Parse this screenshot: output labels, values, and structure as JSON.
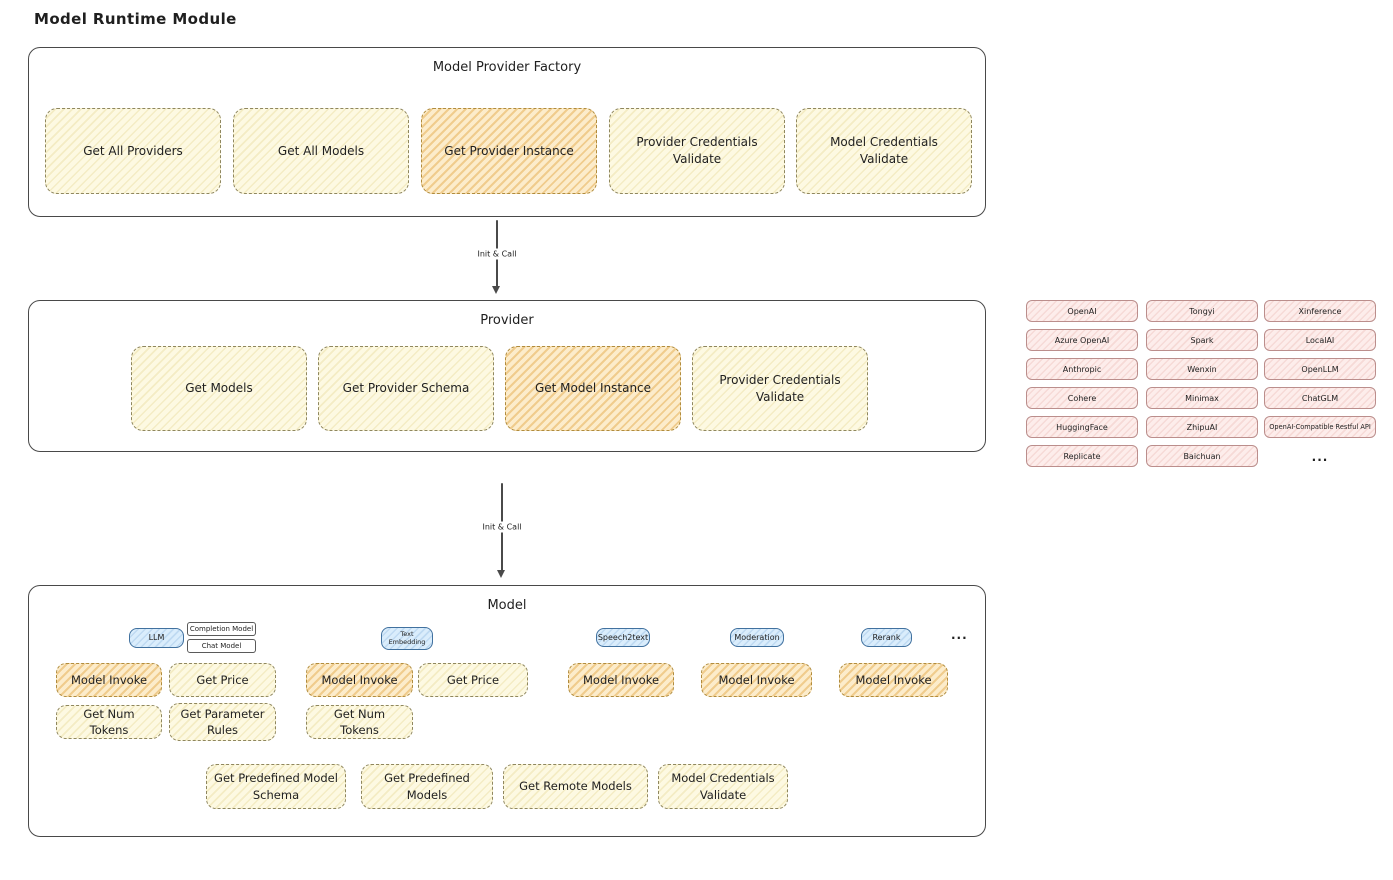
{
  "page_title": "Model Runtime Module",
  "colors": {
    "node_yellow": "#fdf9e2",
    "node_highlight": "#fceccb",
    "provider_pink": "#fdedeb",
    "tab_blue": "#daedfc",
    "outline": "#494949"
  },
  "factory": {
    "title": "Model Provider Factory",
    "nodes": [
      "Get All Providers",
      "Get All Models",
      "Get Provider Instance",
      "Provider Credentials Validate",
      "Model Credentials Validate"
    ]
  },
  "arrows": [
    {
      "label": "Init & Call"
    },
    {
      "label": "Init & Call"
    }
  ],
  "provider": {
    "title": "Provider",
    "nodes": [
      "Get Models",
      "Get Provider Schema",
      "Get Model Instance",
      "Provider Credentials Validate"
    ]
  },
  "provider_grid": {
    "col1": [
      "OpenAI",
      "Azure OpenAI",
      "Anthropic",
      "Cohere",
      "HuggingFace",
      "Replicate"
    ],
    "col2": [
      "Tongyi",
      "Spark",
      "Wenxin",
      "Minimax",
      "ZhipuAI",
      "Baichuan"
    ],
    "col3": [
      "Xinference",
      "LocalAI",
      "OpenLLM",
      "ChatGLM",
      "OpenAI-Compatible Restful API"
    ],
    "more": "..."
  },
  "model": {
    "title": "Model",
    "tabs": {
      "llm": "LLM",
      "completion_model": "Completion Model",
      "chat_model": "Chat Model",
      "text_embedding": "Text Embedding",
      "speech2text": "Speech2text",
      "moderation": "Moderation",
      "rerank": "Rerank",
      "more": "..."
    },
    "llm_ops": [
      "Model Invoke",
      "Get Price",
      "Get Num Tokens",
      "Get Parameter Rules"
    ],
    "text_embedding_ops": [
      "Model Invoke",
      "Get Price",
      "Get Num Tokens"
    ],
    "speech2text_ops": [
      "Model Invoke"
    ],
    "moderation_ops": [
      "Model Invoke"
    ],
    "rerank_ops": [
      "Model Invoke"
    ],
    "common_ops": [
      "Get Predefined Model Schema",
      "Get Predefined Models",
      "Get Remote Models",
      "Model Credentials Validate"
    ]
  }
}
